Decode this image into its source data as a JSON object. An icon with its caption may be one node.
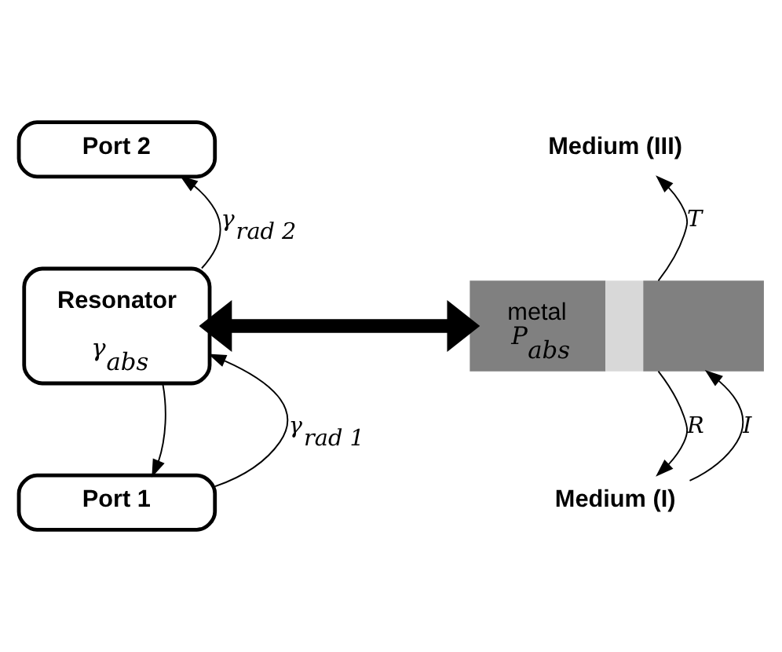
{
  "diagram": {
    "nodes": [
      {
        "text": [
          "Port 2"
        ]
      },
      {
        "text": [
          "Medium (III)"
        ]
      },
      {
        "text": [
          "Resonator",
          "γ$_{abs}$"
        ]
      },
      {
        "text": [
          "metal",
          "P$_{abs}$"
        ]
      },
      {
        "text": [
          "Port 1"
        ]
      },
      {
        "text": [
          "Medium (I)"
        ]
      }
    ],
    "edges": [
      {
        "from": 2,
        "to": 0,
        "arrow": "to",
        "label": "γ$_{rad 2}$"
      },
      {
        "from": 3,
        "to": 1,
        "arrow": "to",
        "label": "T"
      },
      {
        "from": 2,
        "to": 3,
        "arrow": "both",
        "style": "thick"
      },
      {
        "from": 2,
        "to": 4,
        "arrow": "to"
      },
      {
        "from": 4,
        "to": 2,
        "arrow": "to",
        "label": "γ$_{rad 1}$"
      },
      {
        "from": 3,
        "to": 5,
        "arrow": "to",
        "label": "R"
      },
      {
        "from": 5,
        "to": 3,
        "arrow": "to",
        "label": "I"
      }
    ]
  }
}
